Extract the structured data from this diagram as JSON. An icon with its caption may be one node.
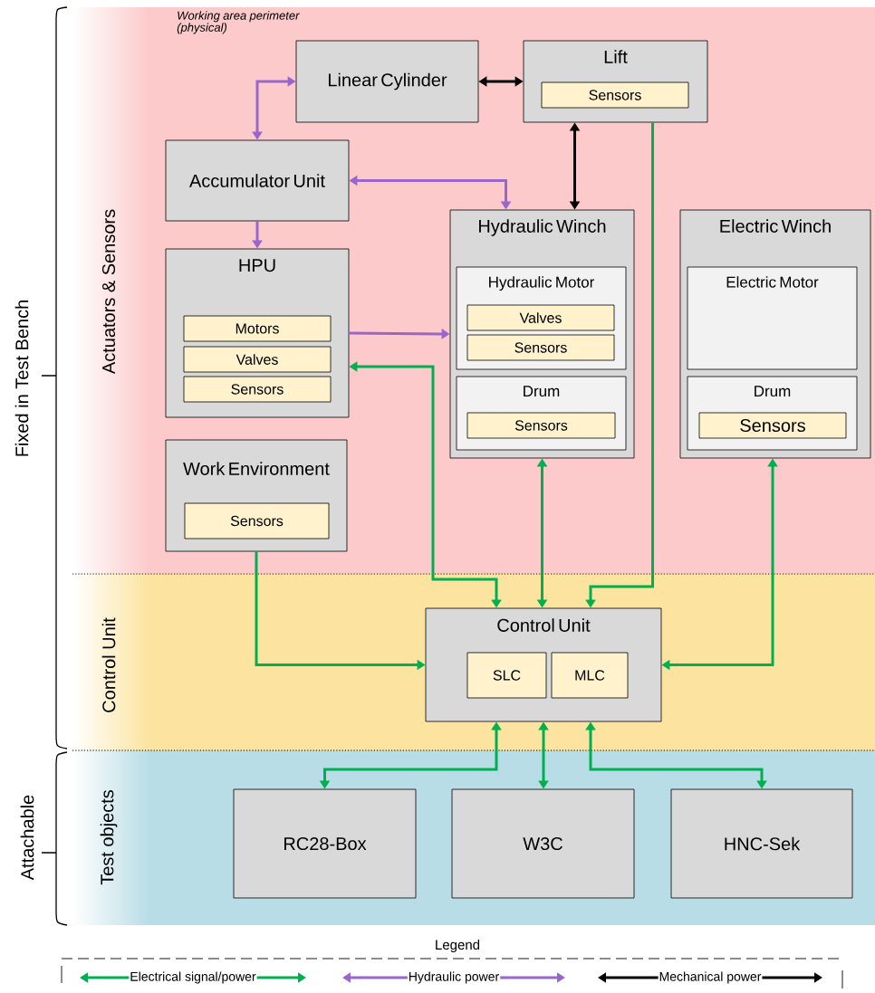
{
  "diagram": {
    "nodes": [
      {
        "text": [
          "Actuators & Sensors"
        ]
      },
      {
        "text": [
          "Linear Cylinder"
        ],
        "in": 0
      },
      {
        "text": [
          "Lift"
        ],
        "in": 0
      },
      {
        "text": [
          "Sensors"
        ],
        "in": 2
      },
      {
        "text": [
          "Accumulator Unit"
        ],
        "in": 0
      },
      {
        "text": [
          "HPU"
        ],
        "in": 0
      },
      {
        "text": [
          "Motors"
        ],
        "in": 5
      },
      {
        "text": [
          "Valves"
        ],
        "in": 5
      },
      {
        "text": [
          "Sensors"
        ],
        "in": 5
      },
      {
        "text": [
          "Work Environment"
        ],
        "in": 0
      },
      {
        "text": [
          "Sensors"
        ],
        "in": 9
      },
      {
        "text": [
          "Hydraulic Winch"
        ],
        "in": 0
      },
      {
        "text": [
          "Hydraulic Motor"
        ],
        "in": 11
      },
      {
        "text": [
          "Valves"
        ],
        "in": 12
      },
      {
        "text": [
          "Sensors"
        ],
        "in": 12
      },
      {
        "text": [
          "Drum"
        ],
        "in": 11
      },
      {
        "text": [
          "Sensors"
        ],
        "in": 15
      },
      {
        "text": [
          "Electric Winch"
        ],
        "in": 0
      },
      {
        "text": [
          "Electric Motor"
        ],
        "in": 17
      },
      {
        "text": [
          "Drum"
        ],
        "in": 17
      },
      {
        "text": [
          "Sensors"
        ],
        "in": 19
      },
      {
        "text": [
          "Control Unit"
        ]
      },
      {
        "text": [
          "Control Unit"
        ],
        "in": 21
      },
      {
        "text": [
          "SLC"
        ],
        "in": 22
      },
      {
        "text": [
          "MLC"
        ],
        "in": 22
      },
      {
        "text": [
          "Test objects"
        ]
      },
      {
        "text": [
          "RC28-Box"
        ],
        "in": 25
      },
      {
        "text": [
          "W3C"
        ],
        "in": 25
      },
      {
        "text": [
          "HNC-Sek"
        ],
        "in": 25
      }
    ],
    "edges": [
      {
        "from": 4,
        "to": 1,
        "arrow": "both",
        "color": "#9966cc"
      },
      {
        "from": 4,
        "to": 5,
        "arrow": "to",
        "color": "#9966cc"
      },
      {
        "from": 4,
        "to": 11,
        "arrow": "both",
        "color": "#9966cc"
      },
      {
        "from": 5,
        "to": 11,
        "arrow": "to",
        "color": "#9966cc"
      },
      {
        "from": 1,
        "to": 2,
        "arrow": "both",
        "color": "#000000"
      },
      {
        "from": 2,
        "to": 11,
        "arrow": "both",
        "color": "#000000"
      },
      {
        "from": 5,
        "to": 22,
        "arrow": "both"
      },
      {
        "from": 11,
        "to": 22,
        "arrow": "both"
      },
      {
        "from": 2,
        "to": 22,
        "arrow": "to"
      },
      {
        "from": 9,
        "to": 22,
        "arrow": "to"
      },
      {
        "from": 17,
        "to": 22,
        "arrow": "both"
      },
      {
        "from": 22,
        "to": 26,
        "arrow": "both"
      },
      {
        "from": 22,
        "to": 27,
        "arrow": "both"
      },
      {
        "from": 22,
        "to": 28,
        "arrow": "both"
      }
    ],
    "labels": [
      "Working area perimeter (physical)",
      "Fixed in Test Bench",
      "Attachable",
      "Legend"
    ],
    "legend": [
      {
        "text": "Electrical signal/power"
      },
      {
        "text": "Hydraulic power"
      },
      {
        "text": "Mechanical power"
      }
    ]
  }
}
